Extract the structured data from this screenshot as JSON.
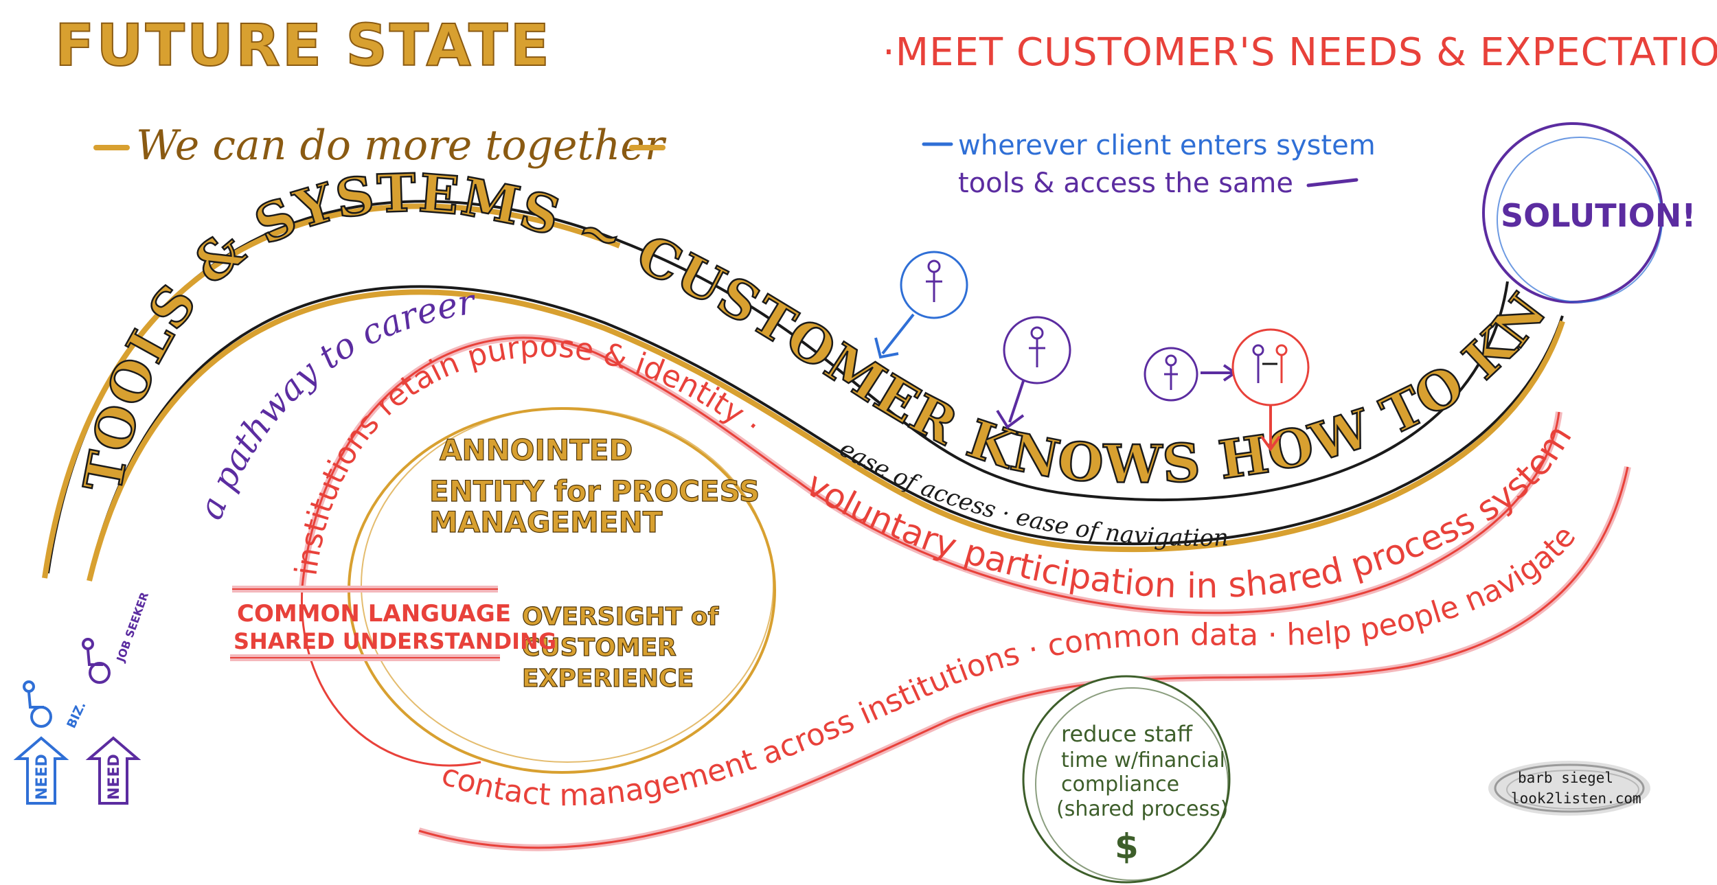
{
  "colors": {
    "gold": "#d8a030",
    "gold_dark": "#8a5a12",
    "red": "#e8413a",
    "pink": "#f4b8bc",
    "blue": "#2f6fd6",
    "purple": "#5b2ca0",
    "green": "#3d5e2a",
    "black": "#1a1a1a",
    "gray": "#b8b8b8"
  },
  "header": {
    "title": "FUTURE STATE",
    "tagline": "We can do more together",
    "goal": "·MEET CUSTOMER'S NEEDS & EXPECTATIONS·"
  },
  "note": {
    "line1": "wherever client enters system",
    "line2": "tools & access the same"
  },
  "solution": {
    "label": "SOLUTION!"
  },
  "banner": {
    "text": "TOOLS & SYSTEMS ~ CUSTOMER KNOWS HOW TO KNOW"
  },
  "pathway": {
    "careers": "a pathway to careers",
    "ease": "ease of access · ease of navigation",
    "institutions": "institutions retain purpose & identity ·",
    "voluntary": "voluntary participation in shared process system",
    "contact": "contact management across institutions · common data · help people navigate"
  },
  "center": {
    "line1": "ANNOINTED",
    "line2": "ENTITY for PROCESS",
    "line3": "MANAGEMENT",
    "oversight1": "OVERSIGHT of",
    "oversight2": "CUSTOMER",
    "oversight3": "EXPERIENCE"
  },
  "common": {
    "line1": "COMMON LANGUAGE",
    "line2": "SHARED UNDERSTANDING"
  },
  "legend": {
    "job_seeker": "JOB SEEKER",
    "biz": "BIZ.",
    "need_blue": "NEED",
    "need_purple": "NEED"
  },
  "savings": {
    "line1": "reduce staff",
    "line2": "time w/financial",
    "line3": "compliance",
    "line4": "(shared process)",
    "symbol": "$"
  },
  "signature": {
    "line1": "barb siegel",
    "line2": "look2listen.com"
  },
  "icons": [
    "person-icon",
    "couple-icon",
    "arrow-icon",
    "wheelchair-icon"
  ]
}
